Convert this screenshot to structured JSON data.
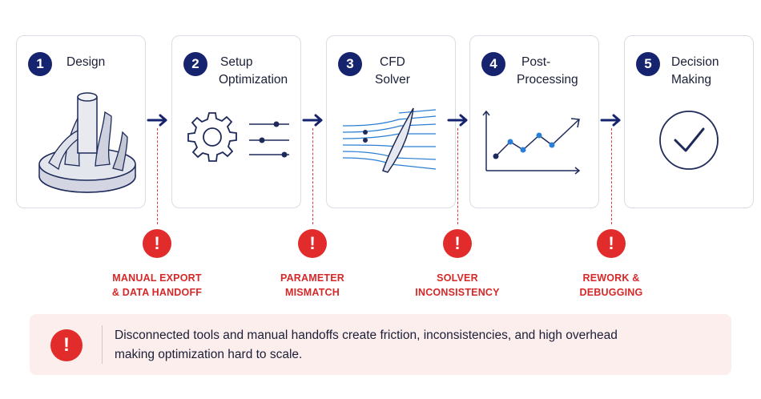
{
  "steps": [
    {
      "number": "1",
      "title": [
        "Design"
      ],
      "icon": "impeller-icon"
    },
    {
      "number": "2",
      "title": [
        "Setup",
        "Optimization"
      ],
      "icon": "gear-sliders-icon"
    },
    {
      "number": "3",
      "title": [
        "CFD",
        "Solver"
      ],
      "icon": "airfoil-flow-icon"
    },
    {
      "number": "4",
      "title": [
        "Post-",
        "Processing"
      ],
      "icon": "line-plot-icon"
    },
    {
      "number": "5",
      "title": [
        "Decision",
        "Making"
      ],
      "icon": "check-circle-icon"
    }
  ],
  "issues": [
    {
      "icon": "exclamation-icon",
      "lines": [
        "MANUAL EXPORT",
        "& DATA HANDOFF"
      ]
    },
    {
      "icon": "exclamation-icon",
      "lines": [
        "PARAMETER",
        "MISMATCH"
      ]
    },
    {
      "icon": "exclamation-icon",
      "lines": [
        "SOLVER",
        "INCONSISTENCY"
      ]
    },
    {
      "icon": "exclamation-icon",
      "lines": [
        "REWORK &",
        "DEBUGGING"
      ]
    }
  ],
  "banner": {
    "icon": "exclamation-icon",
    "lines": [
      "Disconnected tools and manual handoffs create friction, inconsistencies, and high overhead",
      "making optimization hard to scale."
    ]
  },
  "colors": {
    "navy": "#16236e",
    "alert_red": "#e22b2b",
    "banner_bg": "#fdeeee",
    "flow_blue": "#2b7fd4"
  }
}
